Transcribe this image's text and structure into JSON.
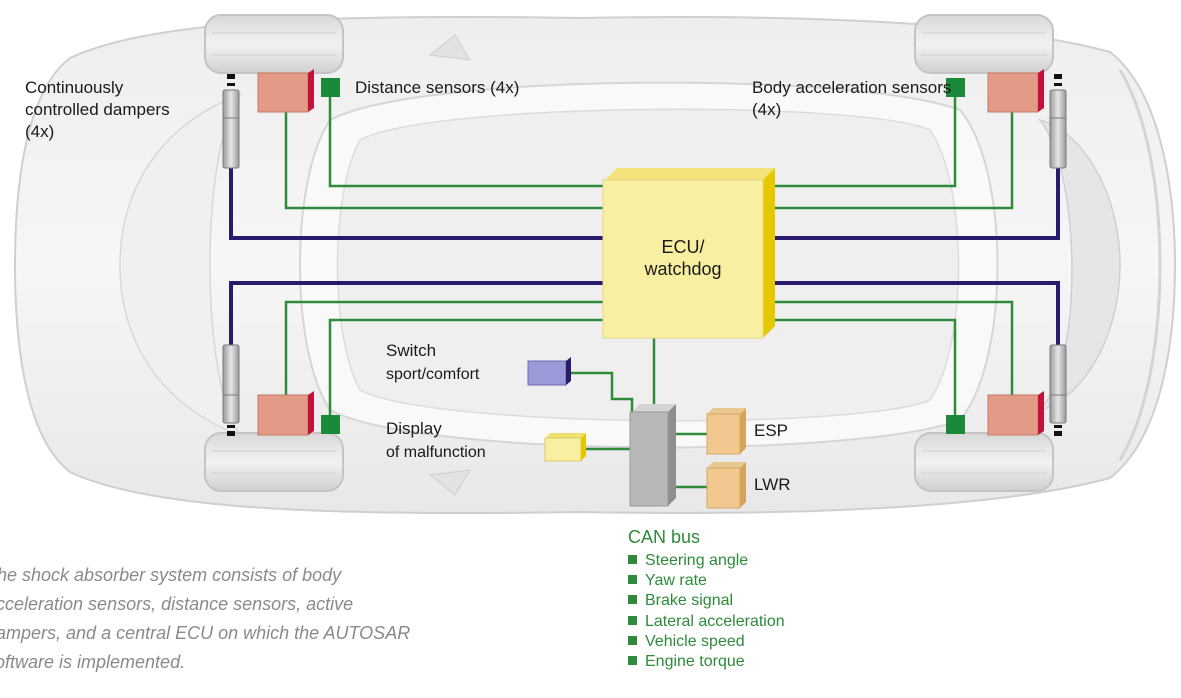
{
  "labels": {
    "dampers": "Continuously controlled dampers (4x)",
    "distance_sensors": "Distance sensors (4x)",
    "body_accel": "Body acceleration sensors (4x)",
    "ecu_line1": "ECU/",
    "ecu_line2": "watchdog",
    "switch_title": "Switch",
    "switch_sub": "sport/comfort",
    "display_title": "Display",
    "display_sub": "of malfunction",
    "esp": "ESP",
    "lwr": "LWR"
  },
  "can_bus": {
    "title": "CAN bus",
    "items": [
      "Steering angle",
      "Yaw rate",
      "Brake signal",
      "Lateral acceleration",
      "Vehicle speed",
      "Engine torque"
    ]
  },
  "caption": "The shock absorber system consists of body acceleration sensors, distance sensors, active dampers, and a central ECU on which the AUTOSAR software is implemented.",
  "colors": {
    "green_wire": "#2e8b3a",
    "purple_wire": "#2a1a6b",
    "ecu_fill": "#f8f0a0",
    "sensor_box": "#e39a86",
    "gateway": "#b8b8b8",
    "can_text": "#2e8b3a",
    "caption_text": "#8a8a8a"
  }
}
